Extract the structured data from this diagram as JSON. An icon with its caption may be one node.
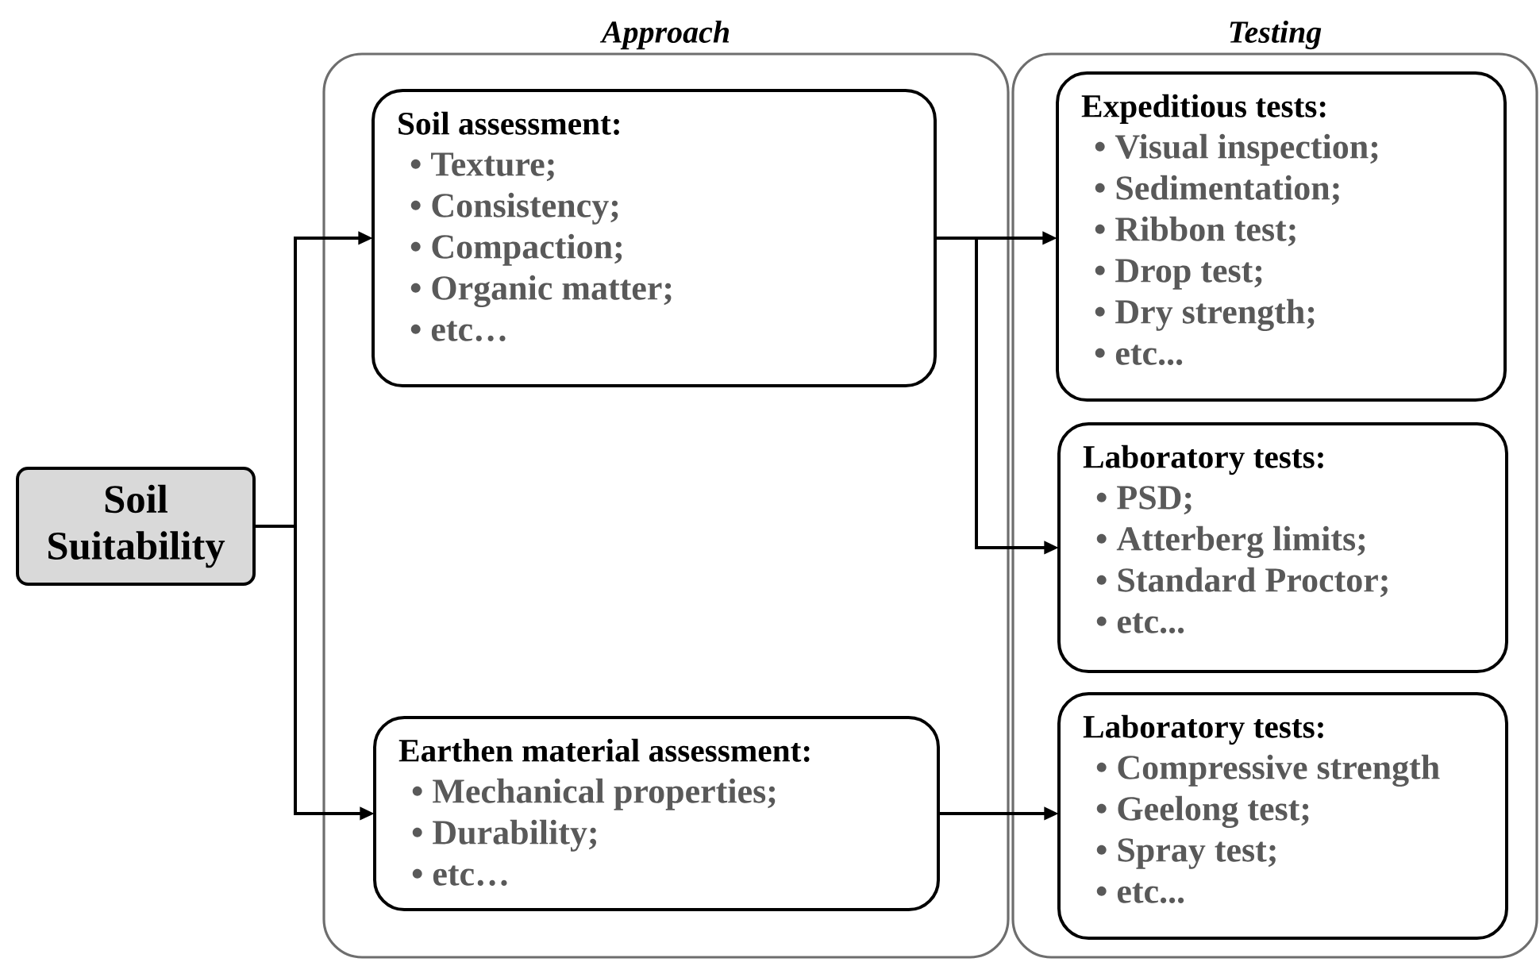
{
  "diagram": {
    "nodes": [
      {
        "text": [
          "Soil Suitability"
        ]
      },
      {
        "text": [
          "Approach"
        ]
      },
      {
        "text": [
          "Soil assessment:",
          "• Texture;",
          "• Consistency;",
          "• Compaction;",
          "• Organic matter;",
          "• etc…"
        ],
        "in": 1
      },
      {
        "text": [
          "Earthen material assessment:",
          "• Mechanical properties;",
          "• Durability;",
          "• etc…"
        ],
        "in": 1
      },
      {
        "text": [
          "Testing"
        ]
      },
      {
        "text": [
          "Expeditious tests:",
          "• Visual inspection;",
          "• Sedimentation;",
          "• Ribbon test;",
          "• Drop test;",
          "• Dry strength;",
          "• etc..."
        ],
        "in": 4
      },
      {
        "text": [
          "Laboratory tests:",
          "• PSD;",
          "• Atterberg limits;",
          "• Standard Proctor;",
          "• etc..."
        ],
        "in": 4
      },
      {
        "text": [
          "Laboratory tests:",
          "• Compressive strength",
          "• Geelong test;",
          "• Spray test;",
          "• etc..."
        ],
        "in": 4
      }
    ],
    "edges": [
      {
        "from": 0,
        "to": 2,
        "arrow": "to"
      },
      {
        "from": 0,
        "to": 3,
        "arrow": "to"
      },
      {
        "from": 2,
        "to": 5,
        "arrow": "to"
      },
      {
        "from": 2,
        "to": 6,
        "arrow": "to"
      },
      {
        "from": 3,
        "to": 7,
        "arrow": "to"
      }
    ]
  }
}
